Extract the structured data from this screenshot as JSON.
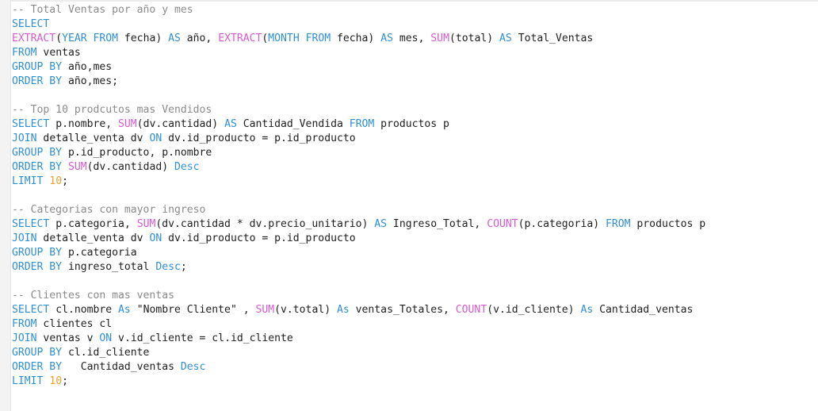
{
  "editor": {
    "colors": {
      "keyword": "#2f8fd6",
      "function": "#d85ad0",
      "comment": "#8a8a8a",
      "number": "#f0a030",
      "identifier": "#1e1e1e",
      "background": "#ffffff",
      "gutter": "#f3f3f3"
    },
    "lines": [
      [
        {
          "t": "comment",
          "v": "-- Total Ventas por año y mes"
        }
      ],
      [
        {
          "t": "keyword",
          "v": "SELECT"
        }
      ],
      [
        {
          "t": "function",
          "v": "EXTRACT"
        },
        {
          "t": "ident",
          "v": "("
        },
        {
          "t": "keyword",
          "v": "YEAR FROM"
        },
        {
          "t": "ident",
          "v": " fecha) "
        },
        {
          "t": "keyword",
          "v": "AS"
        },
        {
          "t": "ident",
          "v": " año, "
        },
        {
          "t": "function",
          "v": "EXTRACT"
        },
        {
          "t": "ident",
          "v": "("
        },
        {
          "t": "keyword",
          "v": "MONTH FROM"
        },
        {
          "t": "ident",
          "v": " fecha) "
        },
        {
          "t": "keyword",
          "v": "AS"
        },
        {
          "t": "ident",
          "v": " mes, "
        },
        {
          "t": "function",
          "v": "SUM"
        },
        {
          "t": "ident",
          "v": "(total) "
        },
        {
          "t": "keyword",
          "v": "AS"
        },
        {
          "t": "ident",
          "v": " Total_Ventas"
        }
      ],
      [
        {
          "t": "keyword",
          "v": "FROM"
        },
        {
          "t": "ident",
          "v": " ventas"
        }
      ],
      [
        {
          "t": "keyword",
          "v": "GROUP BY"
        },
        {
          "t": "ident",
          "v": " año,mes"
        }
      ],
      [
        {
          "t": "keyword",
          "v": "ORDER BY"
        },
        {
          "t": "ident",
          "v": " año,mes;"
        }
      ],
      [],
      [
        {
          "t": "comment",
          "v": "-- Top 10 prodcutos mas Vendidos"
        }
      ],
      [
        {
          "t": "keyword",
          "v": "SELECT"
        },
        {
          "t": "ident",
          "v": " p.nombre, "
        },
        {
          "t": "function",
          "v": "SUM"
        },
        {
          "t": "ident",
          "v": "(dv.cantidad) "
        },
        {
          "t": "keyword",
          "v": "AS"
        },
        {
          "t": "ident",
          "v": " Cantidad_Vendida "
        },
        {
          "t": "keyword",
          "v": "FROM"
        },
        {
          "t": "ident",
          "v": " productos p"
        }
      ],
      [
        {
          "t": "keyword",
          "v": "JOIN"
        },
        {
          "t": "ident",
          "v": " detalle_venta dv "
        },
        {
          "t": "keyword",
          "v": "ON"
        },
        {
          "t": "ident",
          "v": " dv.id_producto = p.id_producto"
        }
      ],
      [
        {
          "t": "keyword",
          "v": "GROUP BY"
        },
        {
          "t": "ident",
          "v": " p.id_producto, p.nombre"
        }
      ],
      [
        {
          "t": "keyword",
          "v": "ORDER BY"
        },
        {
          "t": "ident",
          "v": " "
        },
        {
          "t": "function",
          "v": "SUM"
        },
        {
          "t": "ident",
          "v": "(dv.cantidad) "
        },
        {
          "t": "keyword",
          "v": "Desc"
        }
      ],
      [
        {
          "t": "keyword",
          "v": "LIMIT"
        },
        {
          "t": "ident",
          "v": " "
        },
        {
          "t": "number",
          "v": "10"
        },
        {
          "t": "ident",
          "v": ";"
        }
      ],
      [],
      [
        {
          "t": "comment",
          "v": "-- Categorias con mayor ingreso"
        }
      ],
      [
        {
          "t": "keyword",
          "v": "SELECT"
        },
        {
          "t": "ident",
          "v": " p.categoria, "
        },
        {
          "t": "function",
          "v": "SUM"
        },
        {
          "t": "ident",
          "v": "(dv.cantidad * dv.precio_unitario) "
        },
        {
          "t": "keyword",
          "v": "AS"
        },
        {
          "t": "ident",
          "v": " Ingreso_Total, "
        },
        {
          "t": "function",
          "v": "COUNT"
        },
        {
          "t": "ident",
          "v": "(p.categoria) "
        },
        {
          "t": "keyword",
          "v": "FROM"
        },
        {
          "t": "ident",
          "v": " productos p"
        }
      ],
      [
        {
          "t": "keyword",
          "v": "JOIN"
        },
        {
          "t": "ident",
          "v": " detalle_venta dv "
        },
        {
          "t": "keyword",
          "v": "ON"
        },
        {
          "t": "ident",
          "v": " dv.id_producto = p.id_producto"
        }
      ],
      [
        {
          "t": "keyword",
          "v": "GROUP BY"
        },
        {
          "t": "ident",
          "v": " p.categoria"
        }
      ],
      [
        {
          "t": "keyword",
          "v": "ORDER BY"
        },
        {
          "t": "ident",
          "v": " ingreso_total "
        },
        {
          "t": "keyword",
          "v": "Desc"
        },
        {
          "t": "ident",
          "v": ";"
        }
      ],
      [],
      [
        {
          "t": "comment",
          "v": "-- Clientes con mas ventas"
        }
      ],
      [
        {
          "t": "keyword",
          "v": "SELECT"
        },
        {
          "t": "ident",
          "v": " cl.nombre "
        },
        {
          "t": "keyword",
          "v": "As"
        },
        {
          "t": "ident",
          "v": " \"Nombre Cliente\" , "
        },
        {
          "t": "function",
          "v": "SUM"
        },
        {
          "t": "ident",
          "v": "(v.total) "
        },
        {
          "t": "keyword",
          "v": "As"
        },
        {
          "t": "ident",
          "v": " ventas_Totales, "
        },
        {
          "t": "function",
          "v": "COUNT"
        },
        {
          "t": "ident",
          "v": "(v.id_cliente) "
        },
        {
          "t": "keyword",
          "v": "As"
        },
        {
          "t": "ident",
          "v": " Cantidad_ventas"
        }
      ],
      [
        {
          "t": "keyword",
          "v": "FROM"
        },
        {
          "t": "ident",
          "v": " clientes cl"
        }
      ],
      [
        {
          "t": "keyword",
          "v": "JOIN"
        },
        {
          "t": "ident",
          "v": " ventas v "
        },
        {
          "t": "keyword",
          "v": "ON"
        },
        {
          "t": "ident",
          "v": " v.id_cliente = cl.id_cliente"
        }
      ],
      [
        {
          "t": "keyword",
          "v": "GROUP BY"
        },
        {
          "t": "ident",
          "v": " cl.id_cliente"
        }
      ],
      [
        {
          "t": "keyword",
          "v": "ORDER BY"
        },
        {
          "t": "ident",
          "v": "   Cantidad_ventas "
        },
        {
          "t": "keyword",
          "v": "Desc"
        }
      ],
      [
        {
          "t": "keyword",
          "v": "LIMIT"
        },
        {
          "t": "ident",
          "v": " "
        },
        {
          "t": "number",
          "v": "10"
        },
        {
          "t": "ident",
          "v": ";"
        }
      ]
    ]
  }
}
